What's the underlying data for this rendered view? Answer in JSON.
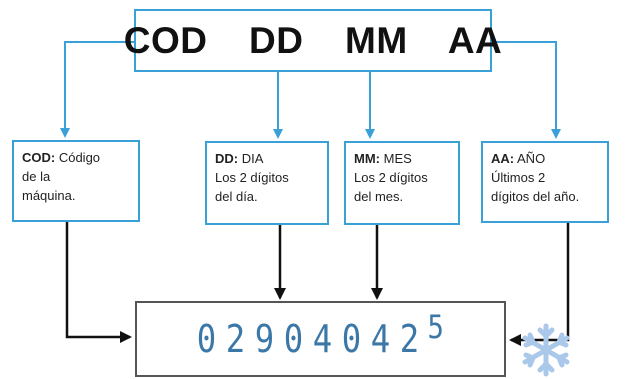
{
  "title": "COD  DD  MM  AA",
  "boxes": {
    "cod": {
      "key": "COD:",
      "line1": " Código",
      "line2": "de la",
      "line3": "máquina."
    },
    "dd": {
      "key": "DD:",
      "line1": " DIA",
      "line2": "Los 2 dígitos",
      "line3": "del día."
    },
    "mm": {
      "key": "MM:",
      "line1": " MES",
      "line2": "Los 2 dígitos",
      "line3": "del mes."
    },
    "aa": {
      "key": "AA:",
      "line1": " AÑO",
      "line2": "Últimos 2",
      "line3": "dígitos del año."
    }
  },
  "code": {
    "digits": [
      "0",
      "2",
      "9",
      "0",
      "4",
      "0",
      "4",
      "2",
      "5"
    ]
  },
  "colors": {
    "accent": "#3aa0d8",
    "code_text": "#3b78a8",
    "arrow_dark": "#111111"
  },
  "icons": {
    "decoration": "snowflake-icon"
  }
}
